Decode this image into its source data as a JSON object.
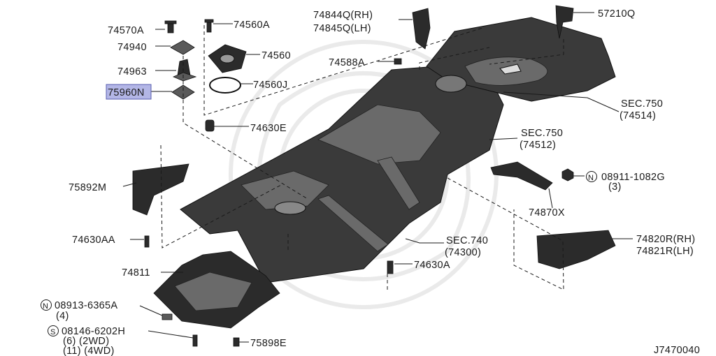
{
  "diagram_id": "J7470040",
  "highlight_color": "#b3b6e6",
  "callouts": {
    "p74570A": "74570A",
    "p74940": "74940",
    "p74963": "74963",
    "p75960N": "75960N",
    "p74560A": "74560A",
    "p74560": "74560",
    "p74560J": "74560J",
    "p74630E": "74630E",
    "p74844Q": "74844Q(RH)",
    "p74845Q": "74845Q(LH)",
    "p74588A": "74588A",
    "p57210Q": "57210Q",
    "sec750a": "SEC.750",
    "sec750a_sub": "(74514)",
    "sec750b": "SEC.750",
    "sec750b_sub": "(74512)",
    "p08911_prefix": "N",
    "p08911": "08911-1082G",
    "p08911_qty": "(3)",
    "p75892M": "75892M",
    "p74870X": "74870X",
    "p74630AA": "74630AA",
    "sec740": "SEC.740",
    "sec740_sub": "(74300)",
    "p74630A": "74630A",
    "p74820R": "74820R(RH)",
    "p74821R": "74821R(LH)",
    "p74811": "74811",
    "p08913_prefix": "N",
    "p08913": "08913-6365A",
    "p08913_qty": "(4)",
    "p08146_prefix": "S",
    "p08146": "08146-6202H",
    "p08146_qty1": "(6)  (2WD)",
    "p08146_qty2": "(11) (4WD)",
    "p75898E": "75898E"
  }
}
